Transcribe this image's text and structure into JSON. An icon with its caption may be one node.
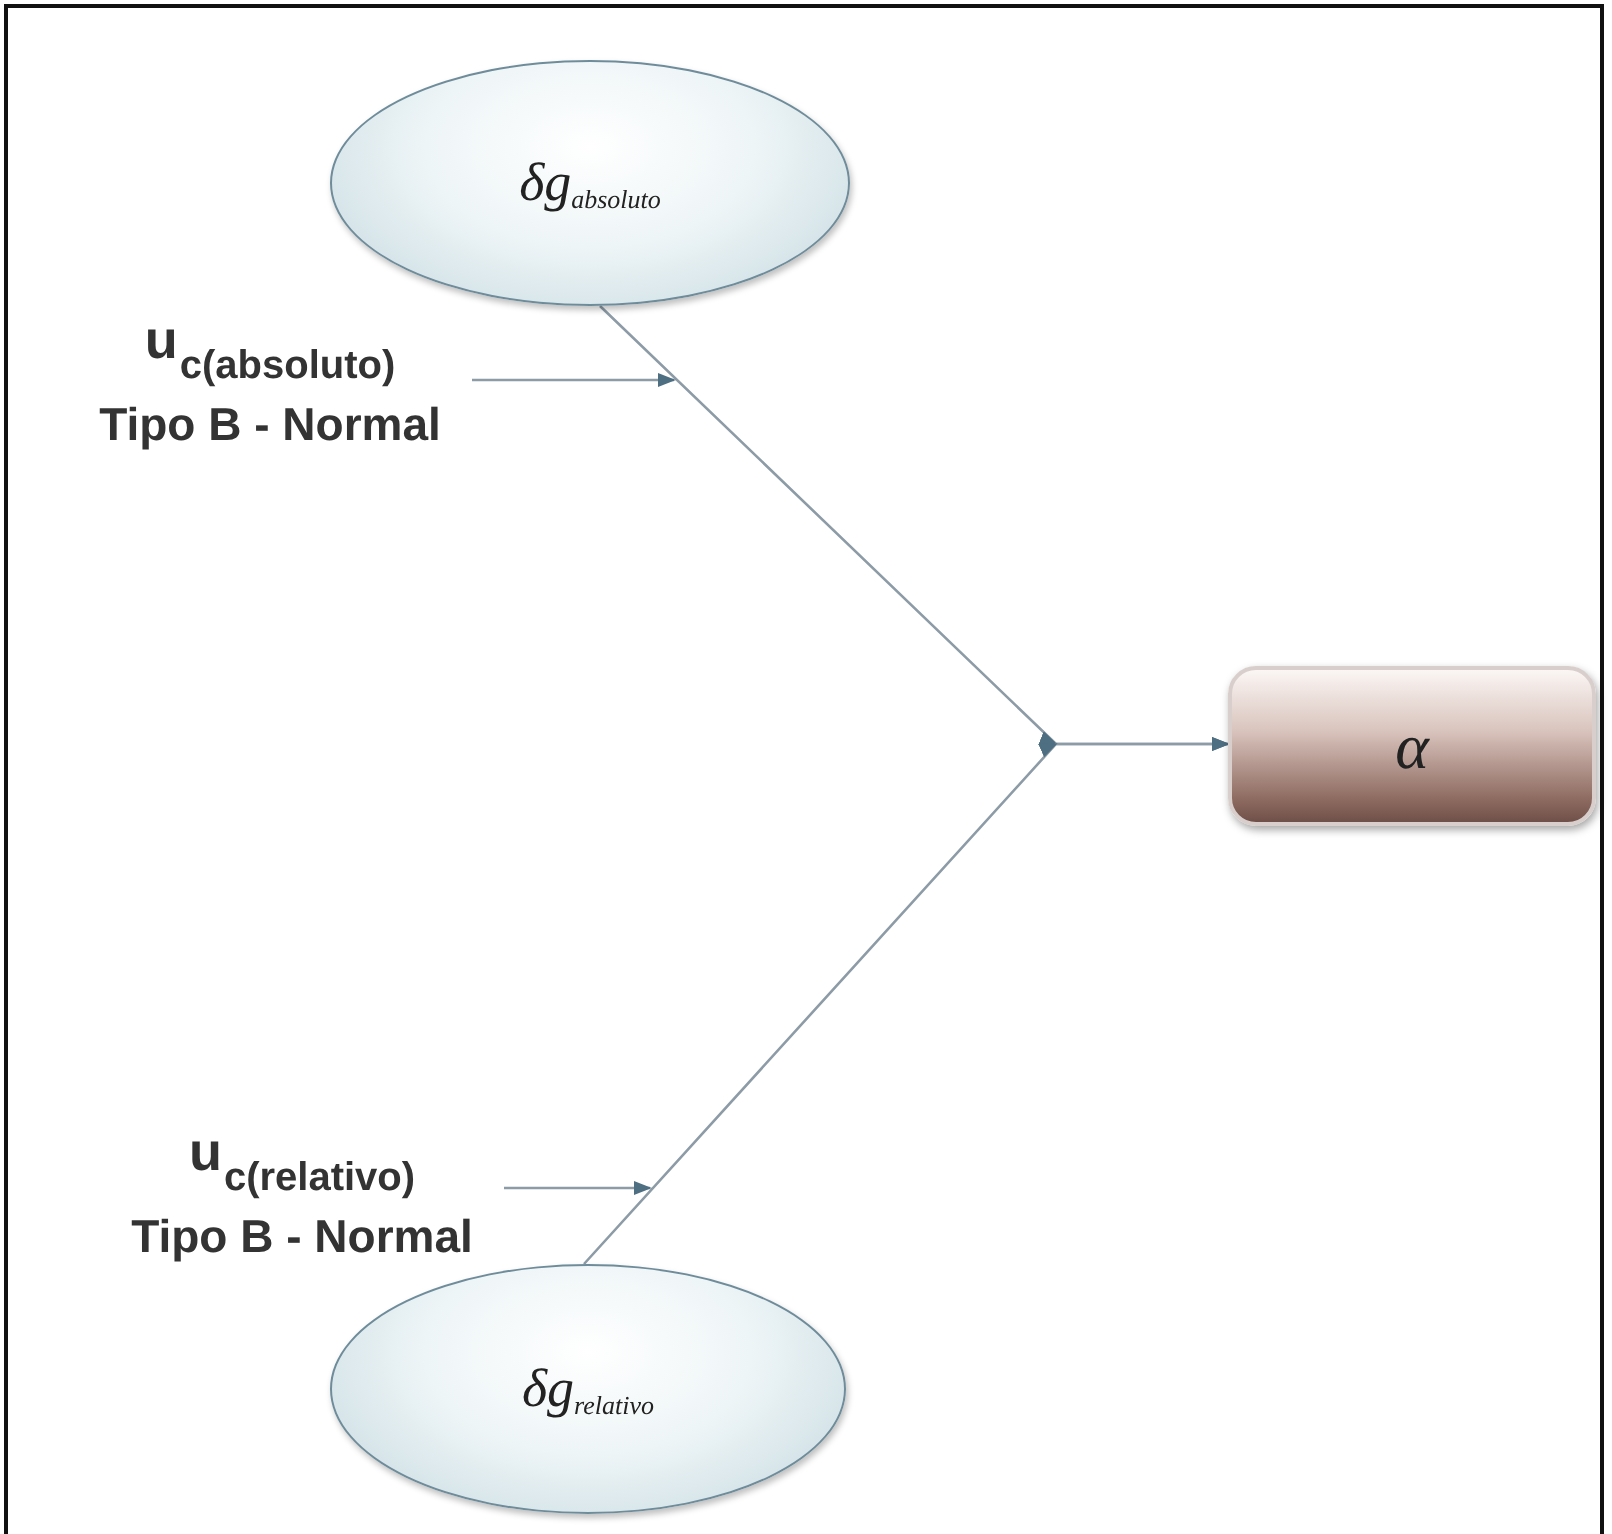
{
  "diagram": {
    "nodes": [
      {
        "text": [
          "δg$_{absoluto}$"
        ]
      },
      {
        "text": [
          "u$_{c(absoluto)}$",
          "Tipo B - Normal"
        ]
      },
      {
        "text": [
          "α"
        ]
      },
      {
        "text": [
          "u$_{c(relativo)}$",
          "Tipo B - Normal"
        ]
      },
      {
        "text": [
          "δg$_{relativo}$"
        ]
      }
    ],
    "edges": [
      {
        "from": 0,
        "to": 2,
        "arrow": "to"
      },
      {
        "from": 4,
        "to": 2,
        "arrow": "to"
      },
      {
        "from": 1,
        "to": null,
        "arrow": "to"
      },
      {
        "from": 3,
        "to": null,
        "arrow": "to"
      }
    ]
  }
}
